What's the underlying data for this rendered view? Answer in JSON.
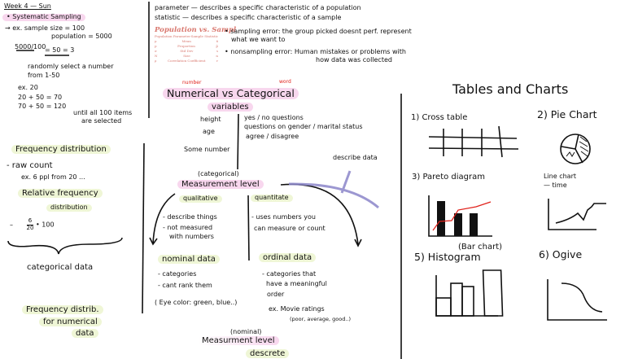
{
  "left_top": {
    "heading": "Week 4 — Sun",
    "systematic": "• Systematic Sampling",
    "ex1": "→ ex. sample size = 100",
    "ex2": "population = 5000",
    "frac": "5000/100",
    "frac2": "= 50 = 3",
    "random1": "randomly select a number",
    "random2": "from 1-50",
    "ex20": "ex. 20",
    "sum1": "20 + 50 = 70",
    "sum2": "70 + 50 = 120",
    "until1": "until all 100 items",
    "until2": "are selected"
  },
  "top_mid": {
    "parameter": "parameter — describes a specific characteristic of a population",
    "statistic": "statistic — describes a specific characteristic of a sample",
    "table_title": "Population vs. Sampl",
    "table_head": [
      "Population Parameter",
      "Sample Statistic"
    ],
    "table_rows": [
      [
        "μ",
        "Mean",
        "x̄"
      ],
      [
        "p",
        "Proportion",
        "p̂"
      ],
      [
        "σ",
        "Std Dev",
        "s"
      ],
      [
        "N",
        "Size",
        "n"
      ],
      [
        "ρ",
        "Correlation Coefficient",
        "r"
      ]
    ],
    "sampling_error1": "• sampling error: the group picked doesnt perf. represent",
    "sampling_error2": "what we want to",
    "nonsampling1": "• nonsampling error: Human mistakes or problems with",
    "nonsampling2": "how data was collected"
  },
  "variables": {
    "number_note": "number",
    "word_note": "word",
    "title": "Numerical vs Categorical",
    "subtitle": "variables",
    "numerical": [
      "height",
      "age",
      "Some number"
    ],
    "categorical": [
      "yes / no questions",
      "questions on gender / marital status",
      "agree / disagree"
    ],
    "describe_data": "describe data"
  },
  "measurement": {
    "categorical_note": "(categorical)",
    "title": "Measurement level",
    "qualitative": "qualitative",
    "quantitate": "quantitate",
    "qual_points": [
      "- describe things",
      "- not measured",
      "with numbers"
    ],
    "quant_points": [
      "- uses numbers you",
      "can measure or count"
    ],
    "nominal": "nominal data",
    "nominal_points": [
      "- categories",
      "- cant rank them",
      "( Eye color: green, blue..)"
    ],
    "ordinal": "ordinal data",
    "ordinal_points": [
      "- categories that",
      "have a meaningful",
      "order",
      "ex. Movie ratings",
      "(poor, average, good..)"
    ],
    "nominal_note": "(nominal)",
    "title2": "Measurment level",
    "descrete": "descrete"
  },
  "frequency": {
    "title": "Frequency distribution",
    "raw": "- raw count",
    "raw_ex": "ex. 6 ppl from 20 ...",
    "relative1": "Relative frequency",
    "relative2": "distribution",
    "formula_num": "6",
    "formula_den": "20",
    "formula_rest": "• 100",
    "categorical": "categorical data",
    "numerical1": "Frequency distrib.",
    "numerical2": "for numerical",
    "numerical3": "data"
  },
  "charts": {
    "title": "Tables and Charts",
    "cross": "1) Cross table",
    "pie": "2) Pie Chart",
    "pareto": "3) Pareto diagram",
    "line1": "Line chart",
    "line2": "— time",
    "bar_note": "(Bar chart)",
    "histogram": "5) Histogram",
    "ogive": "6) Ogive"
  },
  "colors": {
    "pink": "#f8d7ee",
    "green": "#eff6d6",
    "red": "#e0201a"
  }
}
